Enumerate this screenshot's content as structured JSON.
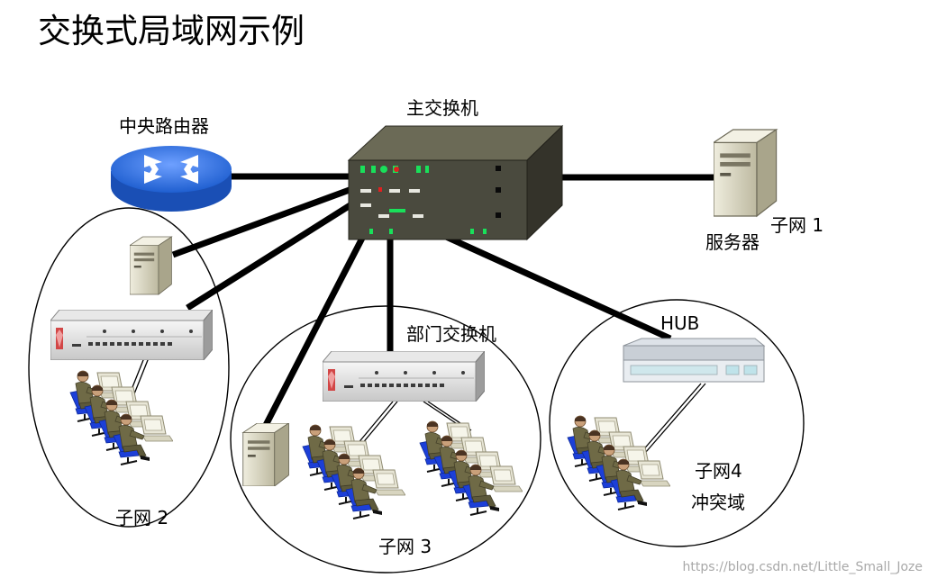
{
  "title": "交换式局域网示例",
  "labels": {
    "router": "中央路由器",
    "main_switch": "主交换机",
    "server": "服务器",
    "subnet1": "子网 1",
    "subnet2": "子网 2",
    "subnet3": "子网 3",
    "dept_switch": "部门交换机",
    "hub": "HUB",
    "subnet4": "子网4",
    "collision_domain": "冲突域"
  },
  "watermark": "https://blog.csdn.net/Little_Small_Joze",
  "icons": [
    "router-icon",
    "main-switch-icon",
    "server-icon",
    "switch-icon",
    "hub-icon",
    "workstation-user-icon"
  ],
  "colors": {
    "router_blue": "#1f5fd0",
    "switch_dark": "#4a4a3e",
    "led_green": "#19e05a",
    "led_red": "#e02020",
    "server_beige": "#d9d6c2",
    "person_olive": "#6f6a46",
    "chair_blue": "#1c3fd8",
    "hub_body": "#c9cfd6"
  }
}
